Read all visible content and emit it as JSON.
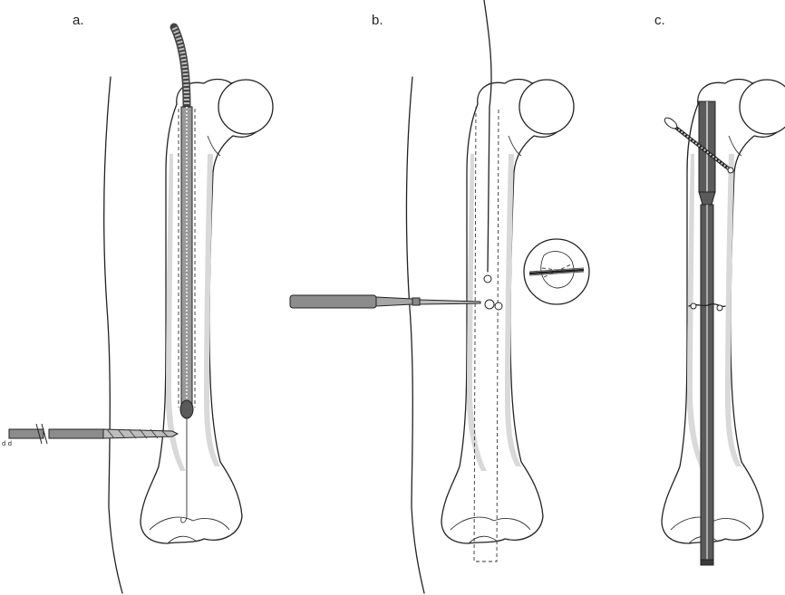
{
  "panels": [
    {
      "id": "a",
      "label": "a."
    },
    {
      "id": "b",
      "label": "b."
    },
    {
      "id": "c",
      "label": "c."
    }
  ],
  "colors": {
    "line": "#222222",
    "cortex_shade": "#d9d9d9",
    "instrument_metal": "#8c8c8c",
    "nail_metal": "#5a5a5a",
    "background": "#ffffff"
  }
}
